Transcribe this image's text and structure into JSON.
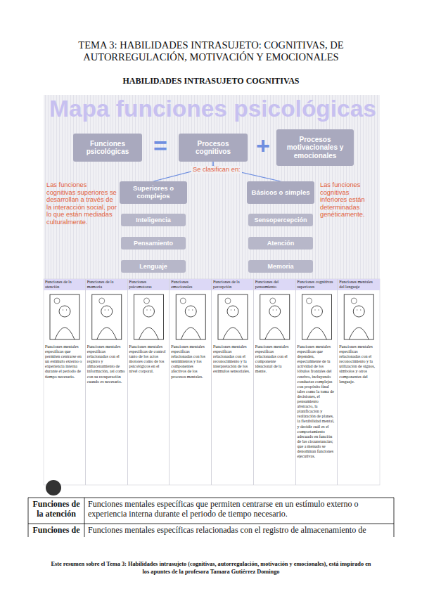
{
  "diagram": {
    "title": "TEMA 3: HABILIDADES INTRASUJETO: COGNITIVAS, DE AUTORREGULACIÓN, MOTIVACIÓN Y EMOCIONALES",
    "caption": "Este resumen sobre el Tema 3: Habilidades intrasujeto (cognitivas, autorregulación, motivación y emocionales), está inspirado en los apuntes de la profesora Tamara Gutiérrez Domingo",
    "nodes": [
      {
        "text": [
          "Funciones psicológicas"
        ]
      },
      {
        "text": [
          "Procesos cognitivos"
        ]
      },
      {
        "text": [
          "Procesos motivacionales y emocionales"
        ]
      },
      {
        "text": [
          "Superiores o complejos"
        ]
      },
      {
        "text": [
          "Básicos o simples"
        ]
      },
      {
        "text": [
          "Inteligencia"
        ]
      },
      {
        "text": [
          "Pensamiento"
        ]
      },
      {
        "text": [
          "Lenguaje"
        ]
      },
      {
        "text": [
          "Sensopercepción"
        ]
      },
      {
        "text": [
          "Atención"
        ]
      },
      {
        "text": [
          "Memoria"
        ]
      },
      {
        "text": [
          "Funciones de la atención",
          "Funciones mentales específicas que permiten centrarse en un estímulo externo o experiencia interna durante el periodo de tiempo necesario."
        ]
      },
      {
        "text": [
          "Funciones de la memoria",
          "Funciones mentales específicas relacionadas con el registro y almacenamiento de información, así como con su recuperación cuando es necesario."
        ]
      },
      {
        "text": [
          "Funciones psicomotoras",
          "Funciones mentales específicas de control tanto de los actos motores como de los psicológicos en el nivel corporal."
        ]
      },
      {
        "text": [
          "Funciones emocionales",
          "Funciones mentales específicas relacionadas con los sentimientos y los componentes afectivos de los procesos mentales."
        ]
      },
      {
        "text": [
          "Funciones de la percepción",
          "Funciones mentales específicas relacionadas con el reconocimiento y la interpretación de los estímulos sensoriales."
        ]
      },
      {
        "text": [
          "Funciones del pensamiento",
          "Funciones mentales específicas relacionadas con el componente ideacional de la mente."
        ]
      },
      {
        "text": [
          "Funciones cognitivas superiores",
          "Funciones mentales específicas que dependen, especialmente de la actividad de los lóbulos frontales del cerebro, incluyendo conductas complejas con propósito final tales como la toma de decisiones, el pensamiento abstracto, la planificación y realización de planes, la flexibilidad mental, y decidir cuál es el comportamiento adecuado en función de las circunstancias; que a menudo se denominan funciones ejecutivas."
        ]
      },
      {
        "text": [
          "Funciones mentales del lenguaje",
          "Funciones mentales específicas relacionadas con el reconocimiento y la utilización de signos, símbolos y otros componentes del lenguaje."
        ]
      }
    ],
    "edges": [
      {
        "from": 1,
        "to": 3,
        "arrow": "none"
      },
      {
        "from": 1,
        "to": 4,
        "arrow": "none"
      }
    ],
    "labels": [
      "HABILIDADES INTRASUJETO COGNITIVAS",
      "Mapa funciones psicológicas",
      "=",
      "+",
      "Se clasifican en:",
      "Las funciones cognitivas superiores se desarrollan a través de la interacción social, por lo que están mediadas culturalmente.",
      "Las funciones cognitivas inferiores están determinadas genéticamente.",
      "Funciones de la atención",
      "Funciones mentales específicas que permiten centrarse en un estímulo externo o experiencia interna durante el periodo de tiempo necesario.",
      "Funciones de",
      "Funciones mentales específicas relacionadas con el registro de almacenamiento de"
    ]
  }
}
